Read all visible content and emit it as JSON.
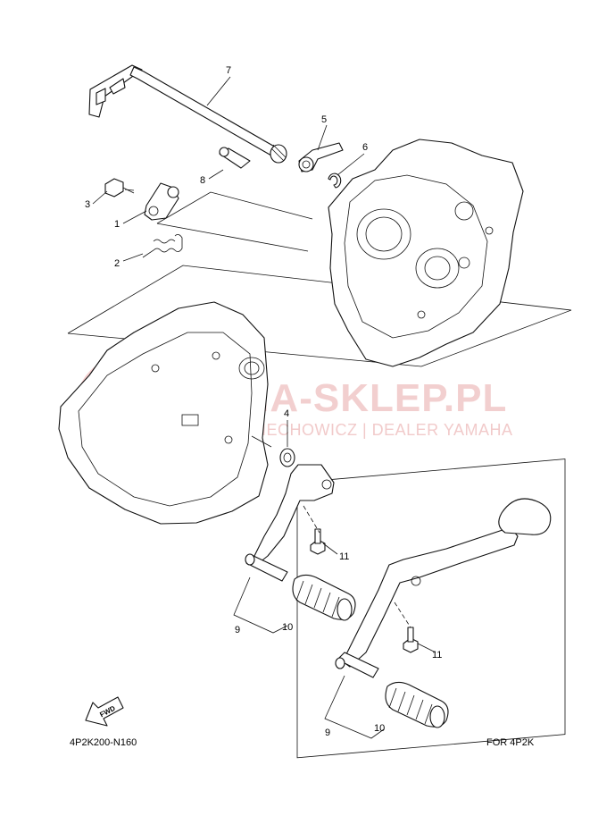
{
  "diagram": {
    "callouts": {
      "p1": "1",
      "p2": "2",
      "p3": "3",
      "p4": "4",
      "p5": "5",
      "p6": "6",
      "p7": "7",
      "p8": "8",
      "p9a": "9",
      "p10a": "10",
      "p11a": "11",
      "p9b": "9",
      "p10b": "10",
      "p11b": "11"
    },
    "fwd_label": "FWD",
    "code": "4P2K200-N160",
    "variant_label": "FOR 4P2K"
  },
  "watermark": {
    "main": "AMA-SKLEP.PL",
    "sub": "WOJCIECHOWICZ | DEALER YAMAHA"
  }
}
